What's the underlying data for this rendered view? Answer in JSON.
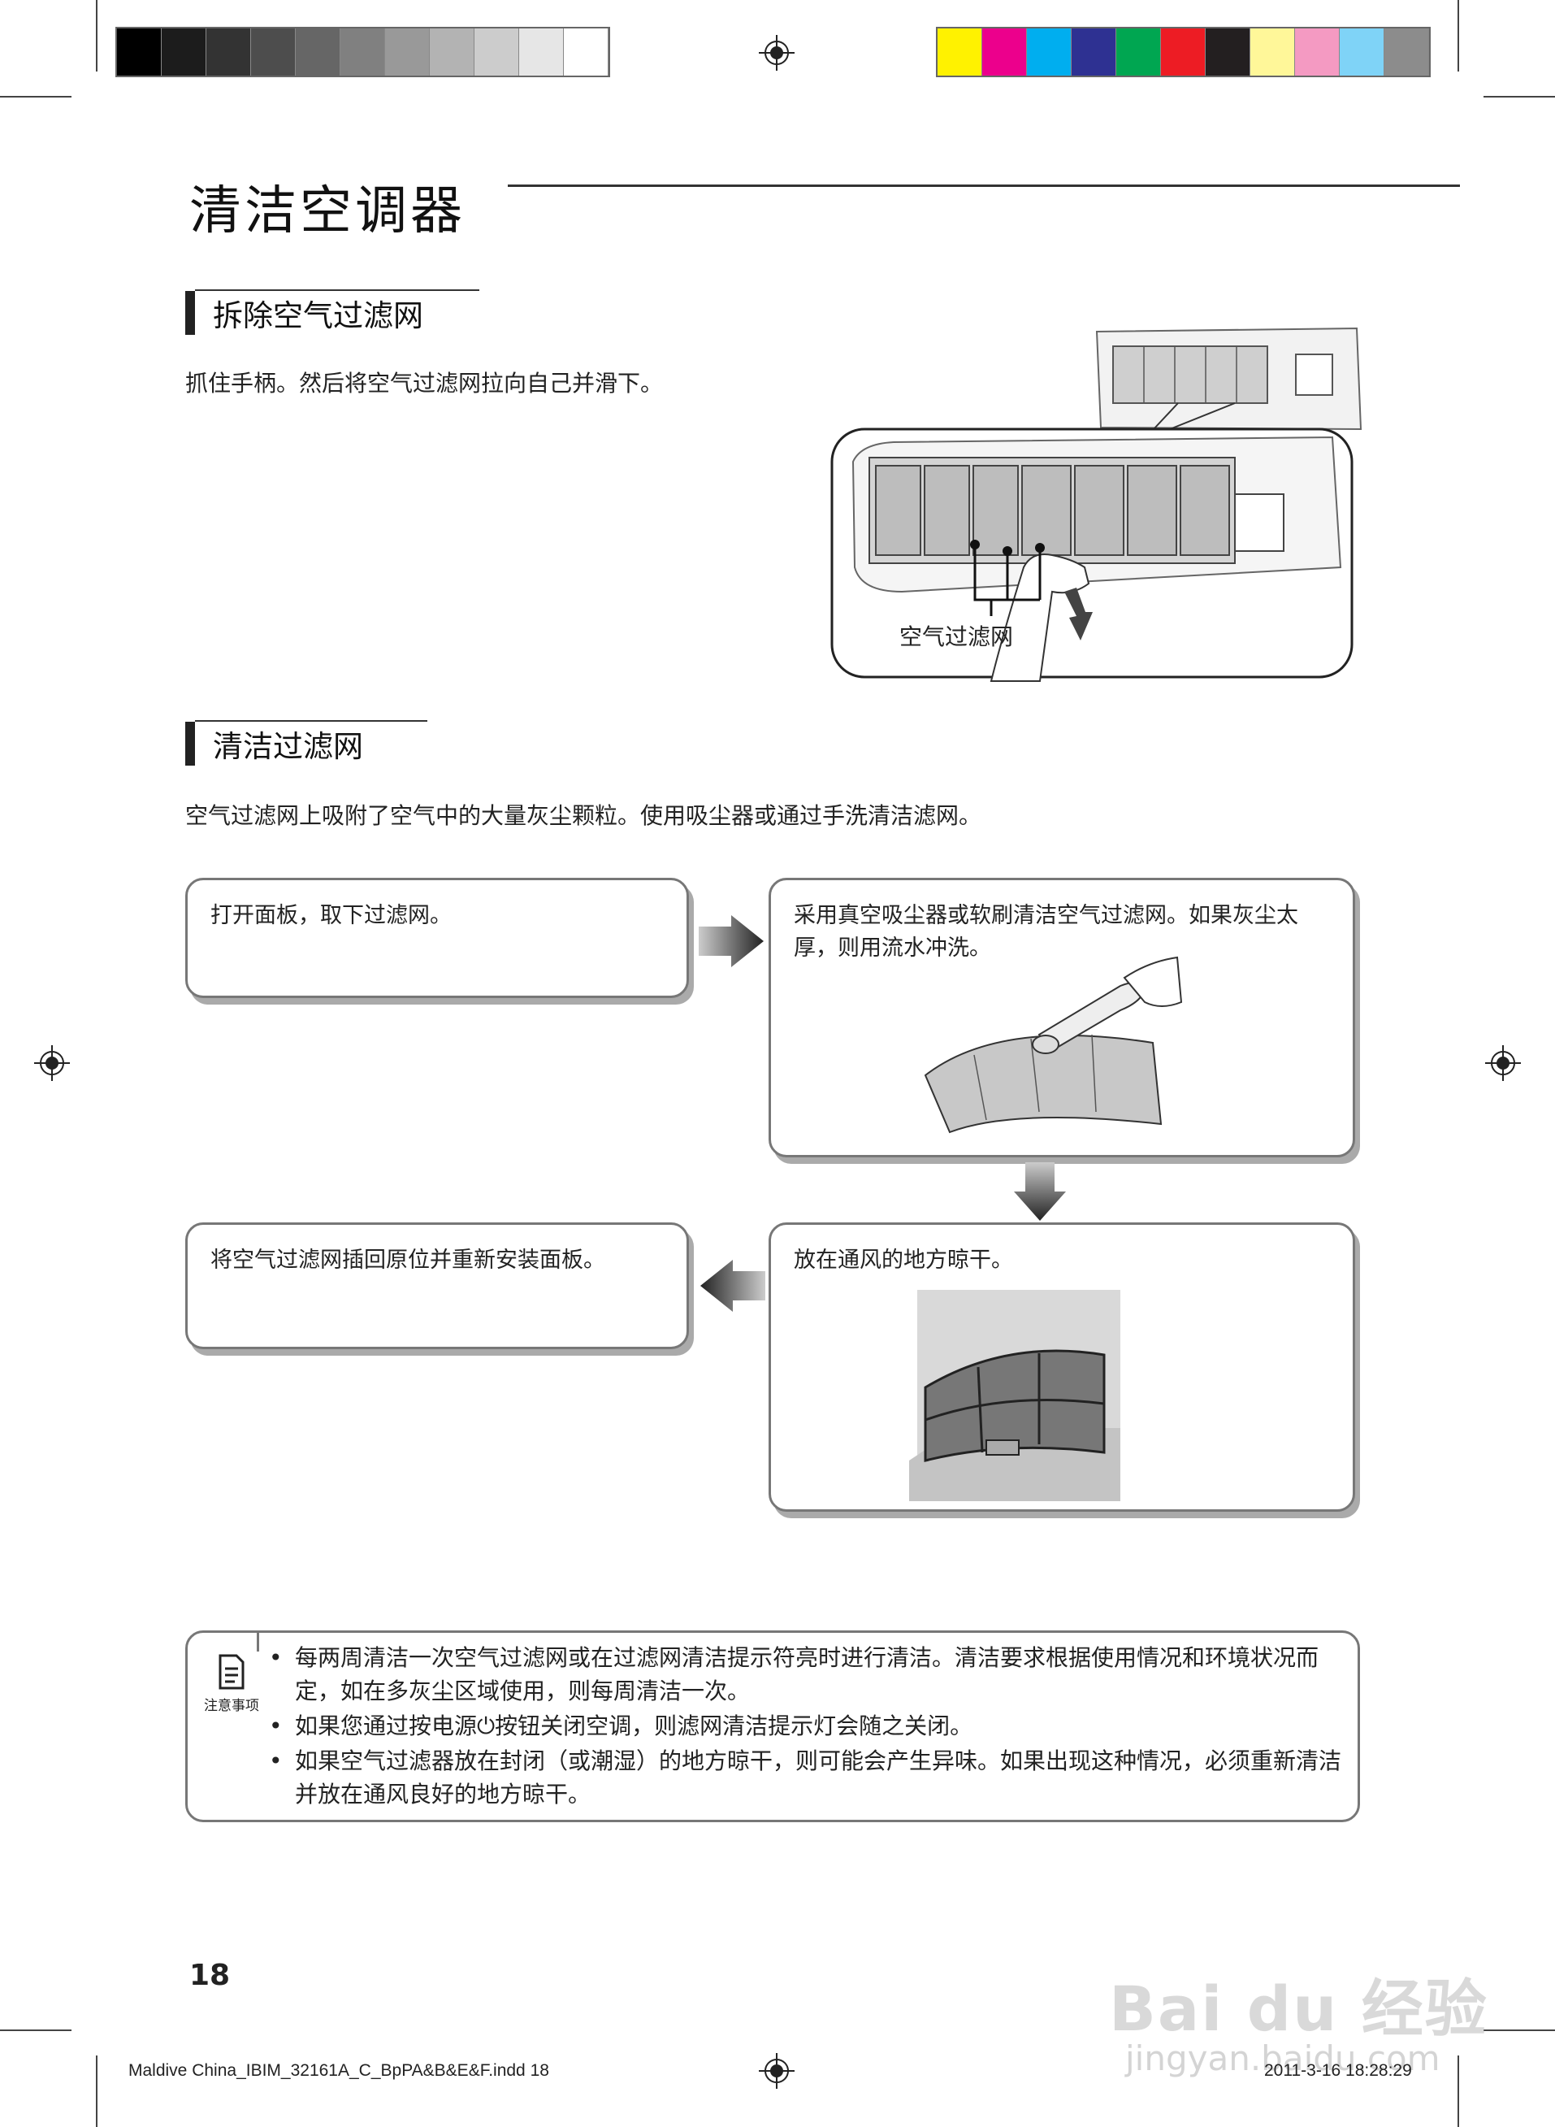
{
  "page": {
    "title": "清洁空调器",
    "page_number": "18"
  },
  "section_remove": {
    "heading": "拆除空气过滤网",
    "body": "抓住手柄。然后将空气过滤网拉向自己并滑下。",
    "figure_label": "空气过滤网"
  },
  "section_clean": {
    "heading": "清洁过滤网",
    "body": "空气过滤网上吸附了空气中的大量灰尘颗粒。使用吸尘器或通过手洗清洁滤网。",
    "steps": [
      {
        "text": "打开面板，取下过滤网。"
      },
      {
        "text": "采用真空吸尘器或软刷清洁空气过滤网。如果灰尘太厚，则用流水冲洗。"
      },
      {
        "text": "放在通风的地方晾干。"
      },
      {
        "text": "将空气过滤网插回原位并重新安装面板。"
      }
    ]
  },
  "note": {
    "icon": "note-icon",
    "icon_label": "注意事项",
    "items": [
      "每两周清洁一次空气过滤网或在过滤网清洁提示符亮时进行清洁。清洁要求根据使用情况和环境状况而定，如在多灰尘区域使用，则每周清洁一次。",
      "如果您通过按电源⏻按钮关闭空调，则滤网清洁提示灯会随之关闭。",
      "如果空气过滤器放在封闭（或潮湿）的地方晾干，则可能会产生异味。如果出现这种情况，必须重新清洁并放在通风良好的地方晾干。"
    ]
  },
  "footer": {
    "file": "Maldive China_IBIM_32161A_C_BpPA&B&E&F.indd   18",
    "timestamp": "2011-3-16   18:28:29"
  },
  "watermark": {
    "brand": "Bai du 经验",
    "url": "jingyan.baidu.com"
  },
  "colors": {
    "gray_swatches": [
      "#000000",
      "#1c1c1c",
      "#333333",
      "#4d4d4d",
      "#666666",
      "#808080",
      "#999999",
      "#b3b3b3",
      "#cccccc",
      "#e6e6e6",
      "#ffffff"
    ],
    "color_swatches": [
      "#fff200",
      "#ec008c",
      "#00aeef",
      "#2e3192",
      "#00a651",
      "#ed1c24",
      "#231f20",
      "#fff799",
      "#f49ac2",
      "#7fd3f7",
      "#8c8c8c"
    ]
  }
}
